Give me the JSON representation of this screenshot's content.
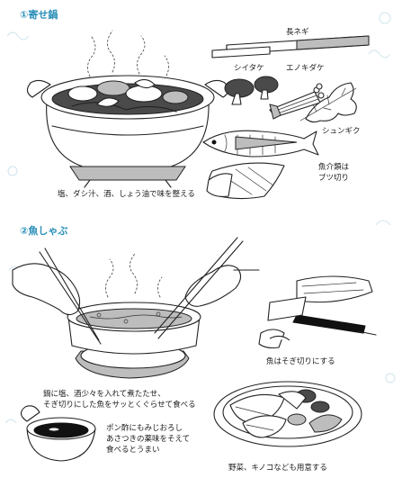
{
  "sections": [
    {
      "heading": "①寄せ鍋",
      "ingredients": {
        "naganegi": "長ネギ",
        "shiitake": "シイタケ",
        "enokitake": "エノキダケ",
        "shungiku": "シュンギク",
        "fish": "魚介類は\nブツ切り"
      },
      "caption": "塩、ダシ汁、酒、しょう油で味を整える"
    },
    {
      "heading": "②魚しゃぶ",
      "notes": {
        "sogigiri": "魚はそぎ切りにする",
        "boil": "鍋に塩、酒少々を入れて煮たたせ、\nそぎ切りにした魚をサッとくぐらせて食べる",
        "ponzu": "ポン酢にもみじおろし\nあさつきの薬味をそえて\n食べるとうまい",
        "platter": "野菜、キノコなども用意する"
      }
    }
  ]
}
